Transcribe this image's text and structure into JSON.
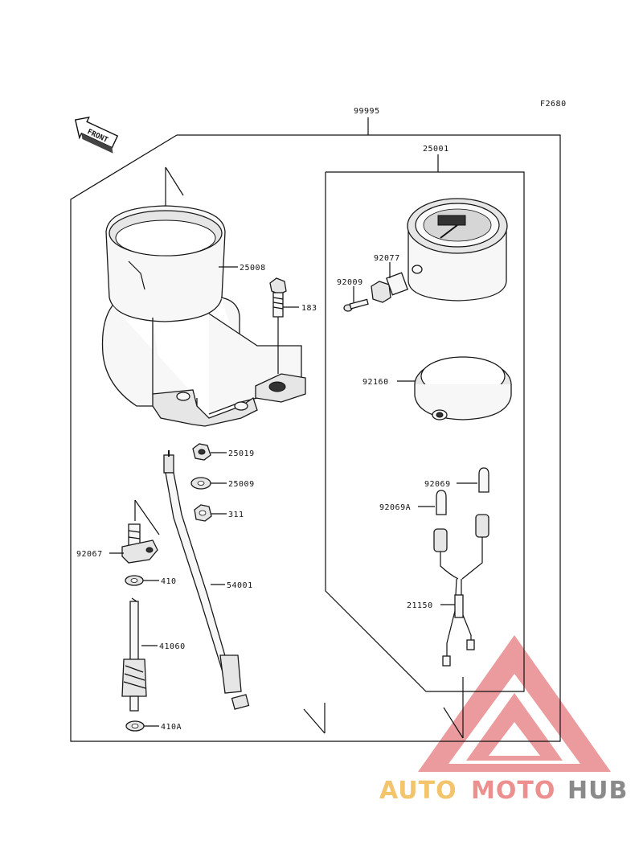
{
  "figure_code": "F2680",
  "front_label": "FRONT",
  "assembly_number": "99995",
  "subassembly_number": "25001",
  "parts": {
    "p25008": "25008",
    "p183": "183",
    "p92077": "92077",
    "p92009": "92009",
    "p92160": "92160",
    "p25019": "25019",
    "p25009": "25009",
    "p311": "311",
    "p92067": "92067",
    "p410": "410",
    "p54001": "54001",
    "p41060": "41060",
    "p410a": "410A",
    "p92069": "92069",
    "p92069a": "92069A",
    "p21150": "21150"
  },
  "watermark": {
    "part1": "AUTO",
    "part2": "MOTO",
    "part3": "HUB",
    "colors": {
      "part1": "#f2c46b",
      "part2": "#ee8f8f",
      "part3": "#8a8a8a",
      "triangle": "#e8898d"
    }
  }
}
